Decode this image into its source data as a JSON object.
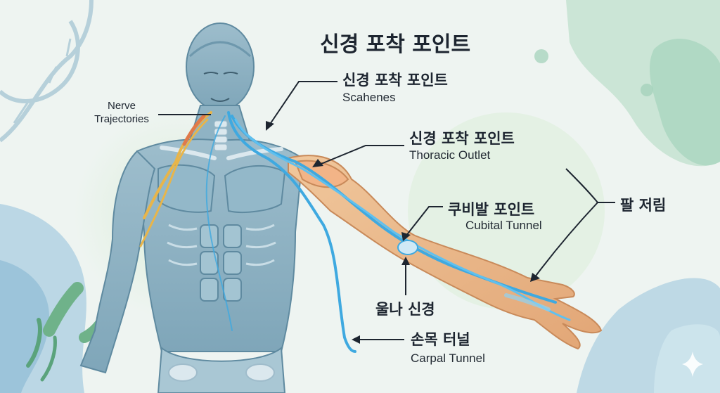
{
  "diagram": {
    "title": "신경 포착 포인트",
    "side_label": {
      "line1": "Nerve",
      "line2": "Trajectories"
    },
    "callouts": [
      {
        "ko": "신경 포착 포인트",
        "en": "Scahenes"
      },
      {
        "ko": "신경 포착 포인트",
        "en": "Thoracic Outlet"
      },
      {
        "ko": "쿠비발 포인트",
        "en": "Cubital Tunnel"
      },
      {
        "ko": "울나 신경",
        "en": ""
      },
      {
        "ko": "손목 터널",
        "en": "Carpal Tunnel"
      }
    ],
    "arm_label": "팔 저림",
    "colors": {
      "body": "#8fb3c4",
      "muscle_outline": "#5f8aa0",
      "arm": "#e9b98c",
      "nerve_blue": "#3fa9e0",
      "nerve_yellow": "#e8b54a",
      "background": "#eef4f1",
      "blob_green": "#bfe0cc",
      "blob_blue": "#a9cde0"
    },
    "icons": [
      "dna-icon",
      "bacteria-icon",
      "sparkle-icon"
    ]
  }
}
